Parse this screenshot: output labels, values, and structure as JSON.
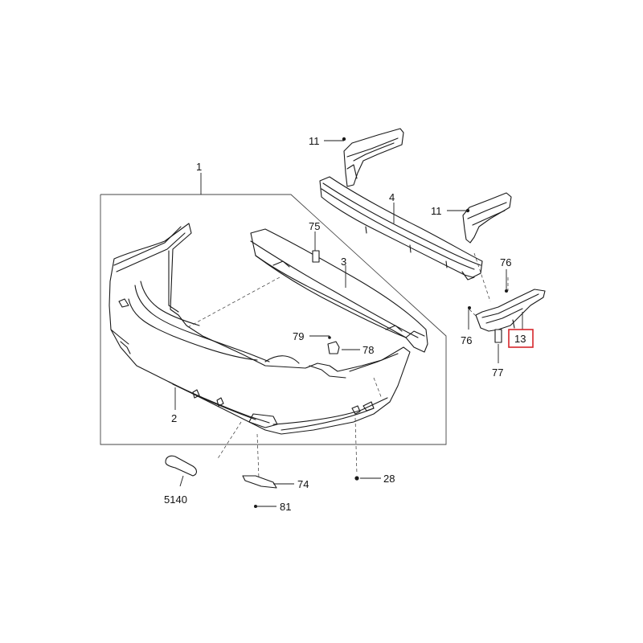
{
  "callouts": [
    {
      "id": "c1",
      "text": "1"
    },
    {
      "id": "c2",
      "text": "2"
    },
    {
      "id": "c3",
      "text": "3"
    },
    {
      "id": "c4",
      "text": "4"
    },
    {
      "id": "c11a",
      "text": "11"
    },
    {
      "id": "c11b",
      "text": "11"
    },
    {
      "id": "c75",
      "text": "75"
    },
    {
      "id": "c76a",
      "text": "76"
    },
    {
      "id": "c76b",
      "text": "76"
    },
    {
      "id": "c13",
      "text": "13",
      "highlight": true
    },
    {
      "id": "c77",
      "text": "77"
    },
    {
      "id": "c78",
      "text": "78"
    },
    {
      "id": "c79",
      "text": "79"
    },
    {
      "id": "c28",
      "text": "28"
    },
    {
      "id": "c74",
      "text": "74"
    },
    {
      "id": "c81",
      "text": "81"
    },
    {
      "id": "c5140",
      "text": "5140"
    }
  ],
  "colors": {
    "line": "#1a1a1a",
    "highlight": "#d6262b",
    "background": "#ffffff"
  }
}
